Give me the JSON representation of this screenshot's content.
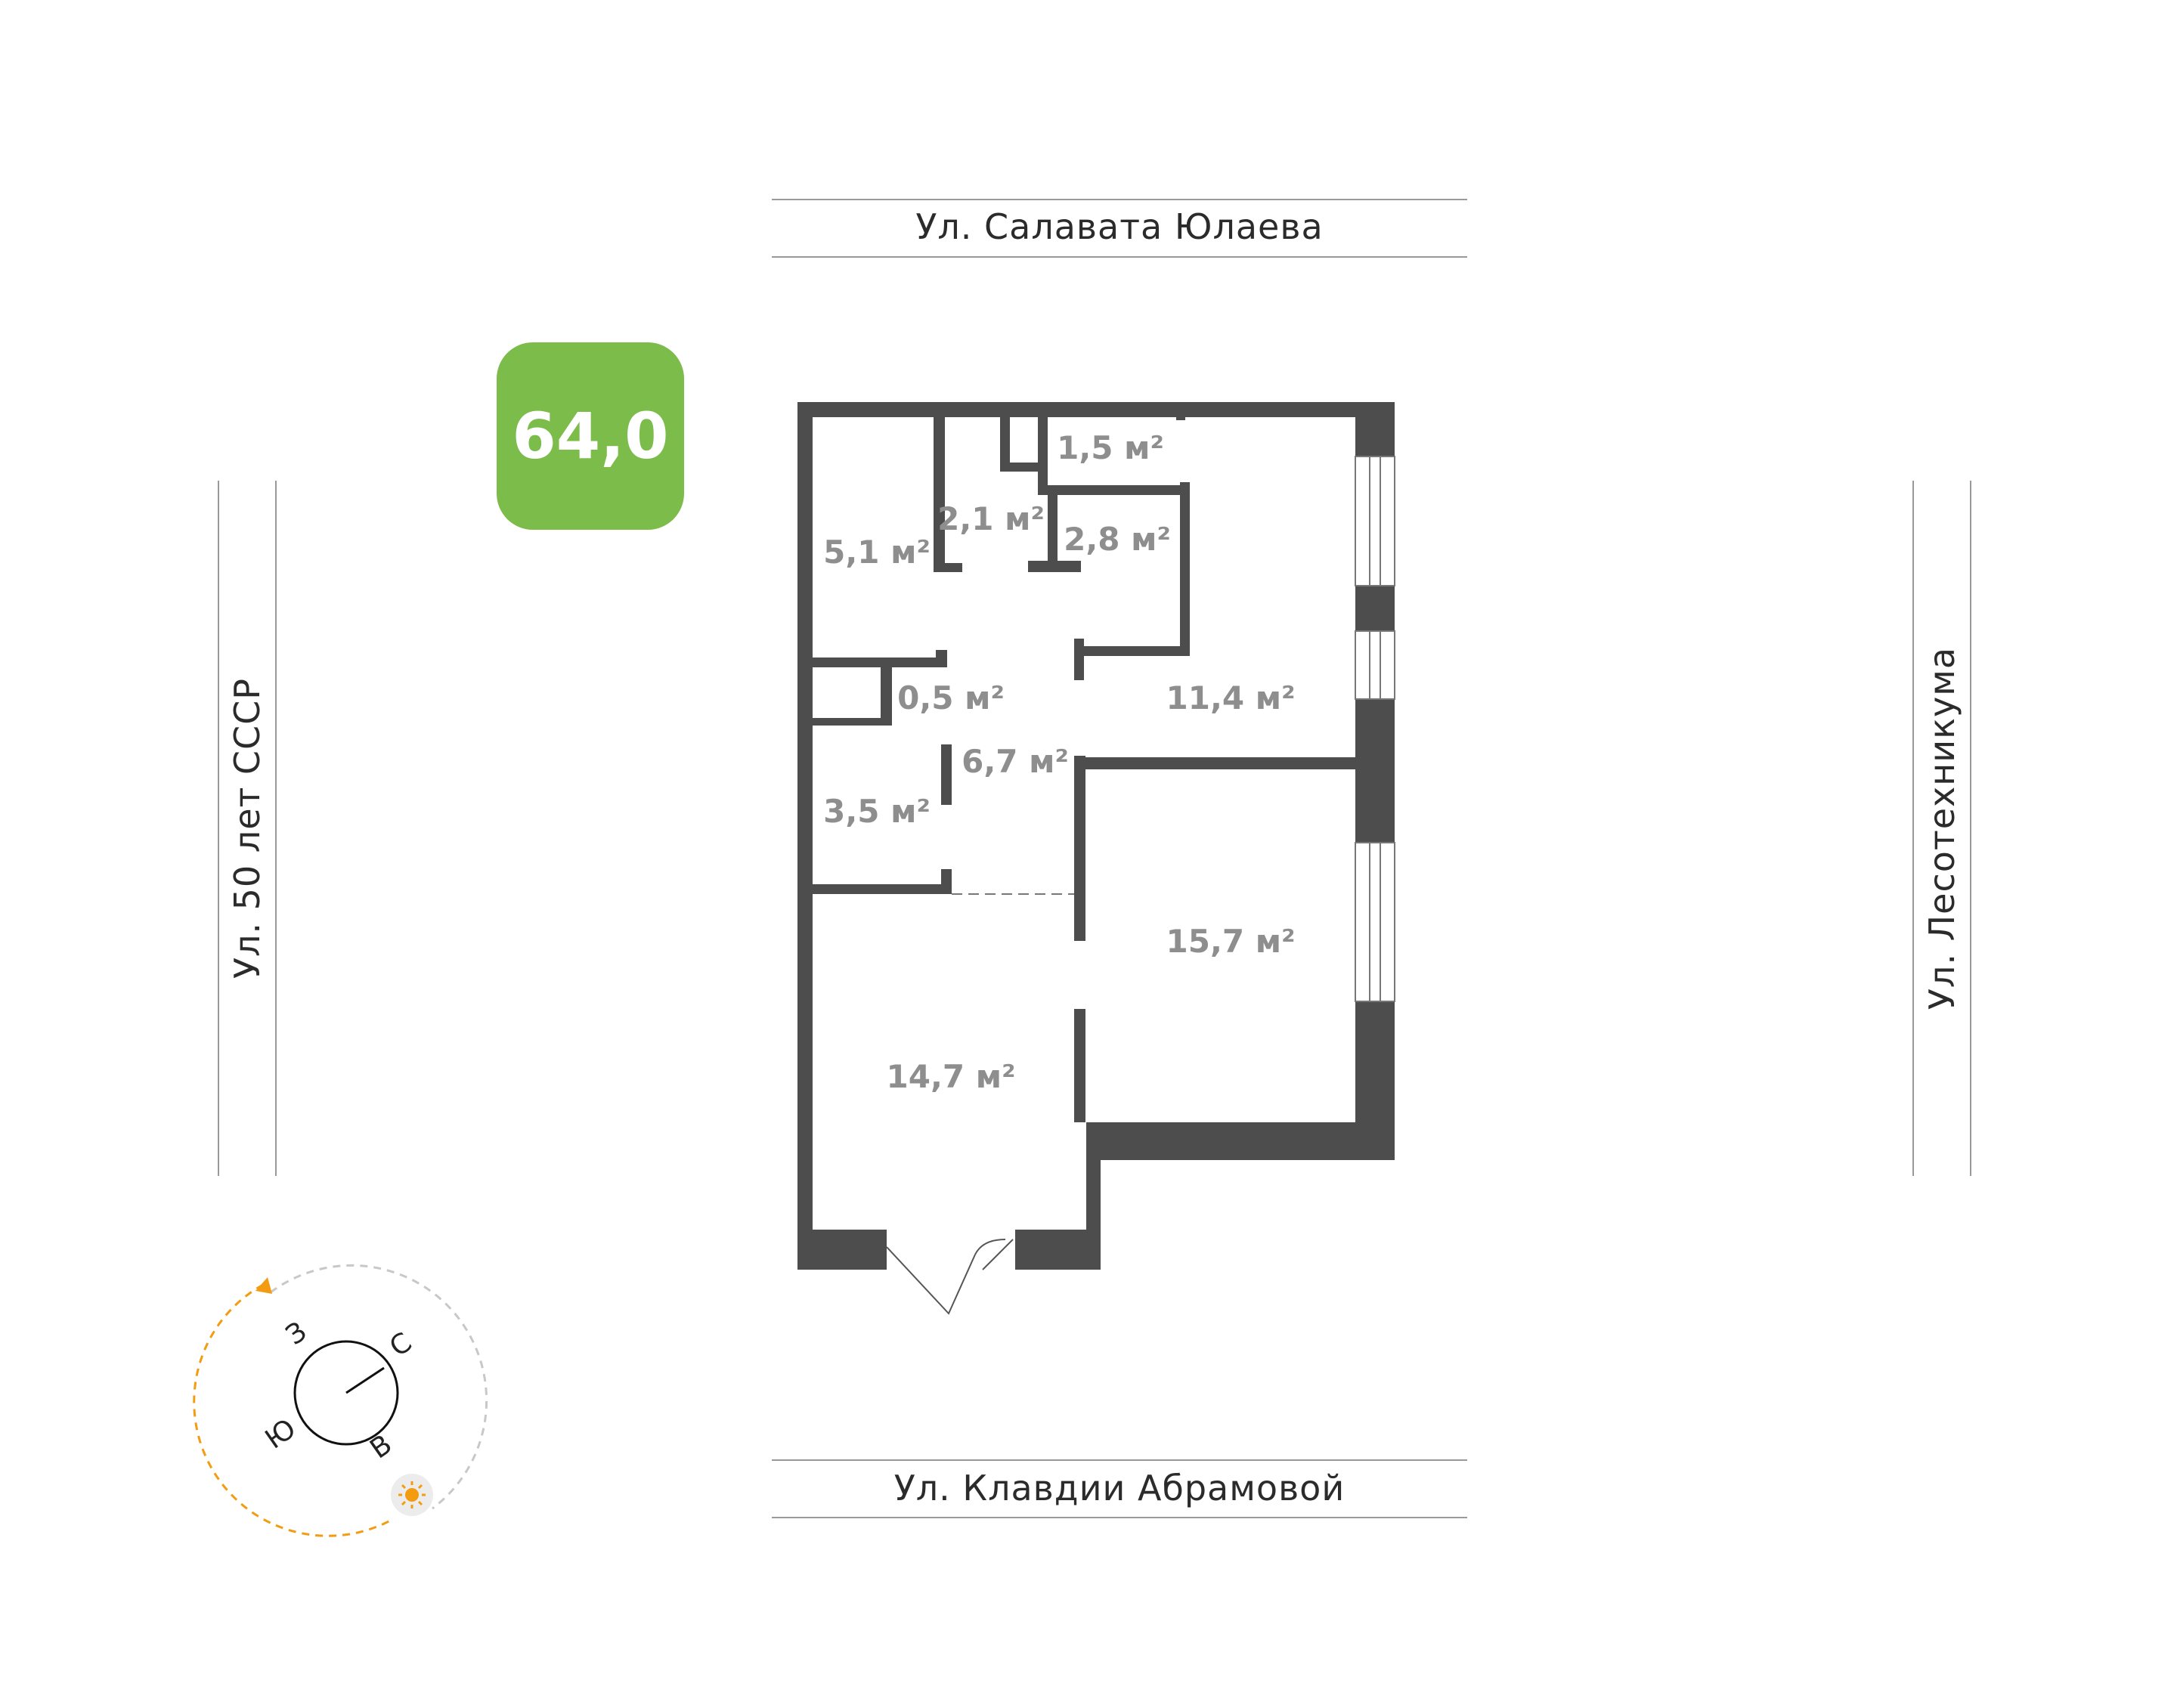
{
  "total_area": "64,0",
  "colors": {
    "badge": "#7cbc4a",
    "wall": "#4d4d4d",
    "room_label": "#8e8e8e",
    "street_text": "#2b2b2b",
    "sun_path": "#f39c12"
  },
  "streets": {
    "top": "Ул. Салавата Юлаева",
    "bottom": "Ул. Клавдии Абрамовой",
    "left": "Ул. 50 лет СССР",
    "right": "Ул. Лесотехникума"
  },
  "rooms": [
    {
      "id": "storage-top",
      "label": "1,5 м²"
    },
    {
      "id": "hall-small",
      "label": "2,1 м²"
    },
    {
      "id": "bath",
      "label": "2,8 м²"
    },
    {
      "id": "wc",
      "label": "5,1 м²"
    },
    {
      "id": "closet",
      "label": "0,5 м²"
    },
    {
      "id": "bedroom-upper",
      "label": "11,4 м²"
    },
    {
      "id": "corridor",
      "label": "6,7 м²"
    },
    {
      "id": "wardrobe",
      "label": "3,5 м²"
    },
    {
      "id": "bedroom-lower",
      "label": "15,7 м²"
    },
    {
      "id": "living",
      "label": "14,7 м²"
    }
  ],
  "compass": {
    "west": "З",
    "north": "С",
    "south": "Ю",
    "east": "В",
    "sun_icon": "sun-icon"
  }
}
